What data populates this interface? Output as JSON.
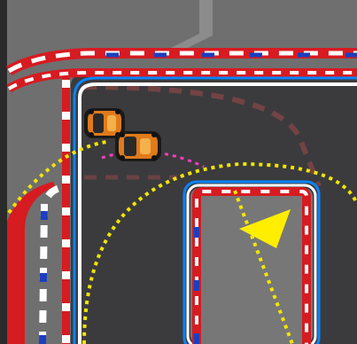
{
  "scene": {
    "type": "top-down racing track",
    "cars": [
      {
        "name": "car-1",
        "color": "orange"
      },
      {
        "name": "car-2",
        "color": "orange"
      }
    ],
    "guides": [
      {
        "name": "racing-line",
        "color": "#ff3dbf",
        "style": "dotted"
      },
      {
        "name": "turn-arc",
        "color": "#f2e600",
        "style": "dotted"
      }
    ],
    "direction_marker": {
      "name": "direction-arrow",
      "color": "#ffee00"
    },
    "colors": {
      "grass_dark": "#2f2f2f",
      "asphalt": "#3b3b3d",
      "infield": "#777777",
      "outer": "#6f6f6f",
      "kerb_red": "#d61b21",
      "kerb_white": "#ffffff",
      "kerb_blue": "#1b3fbf",
      "edge_line": "#0b84ff"
    }
  }
}
